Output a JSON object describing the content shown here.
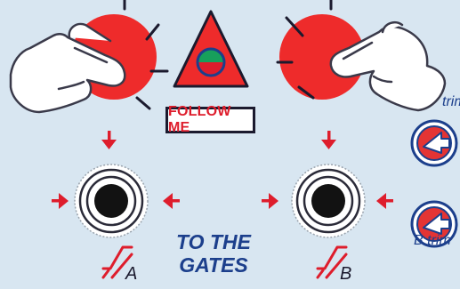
{
  "follow_label": "FOLLOW ME",
  "gates": {
    "line1": "TO THE",
    "line2": "GATES"
  },
  "input_a_label": "A",
  "input_b_label": "B",
  "trim_label_a": "trim",
  "trim_label_b": "B trim",
  "colors": {
    "background": "#d8e6f1",
    "knob_red": "#ee2b2b",
    "arrow_red": "#de1d2c",
    "navy": "#1c3f8c",
    "outline": "#1b1a2e",
    "led_green": "#17a05b"
  },
  "icons": [
    "pointing-hand-icon",
    "follow-triangle-icon",
    "jack-icon",
    "trim-knob-icon",
    "gate-ramp-icon",
    "arrow-down-icon",
    "arrow-right-icon",
    "arrow-left-icon"
  ]
}
